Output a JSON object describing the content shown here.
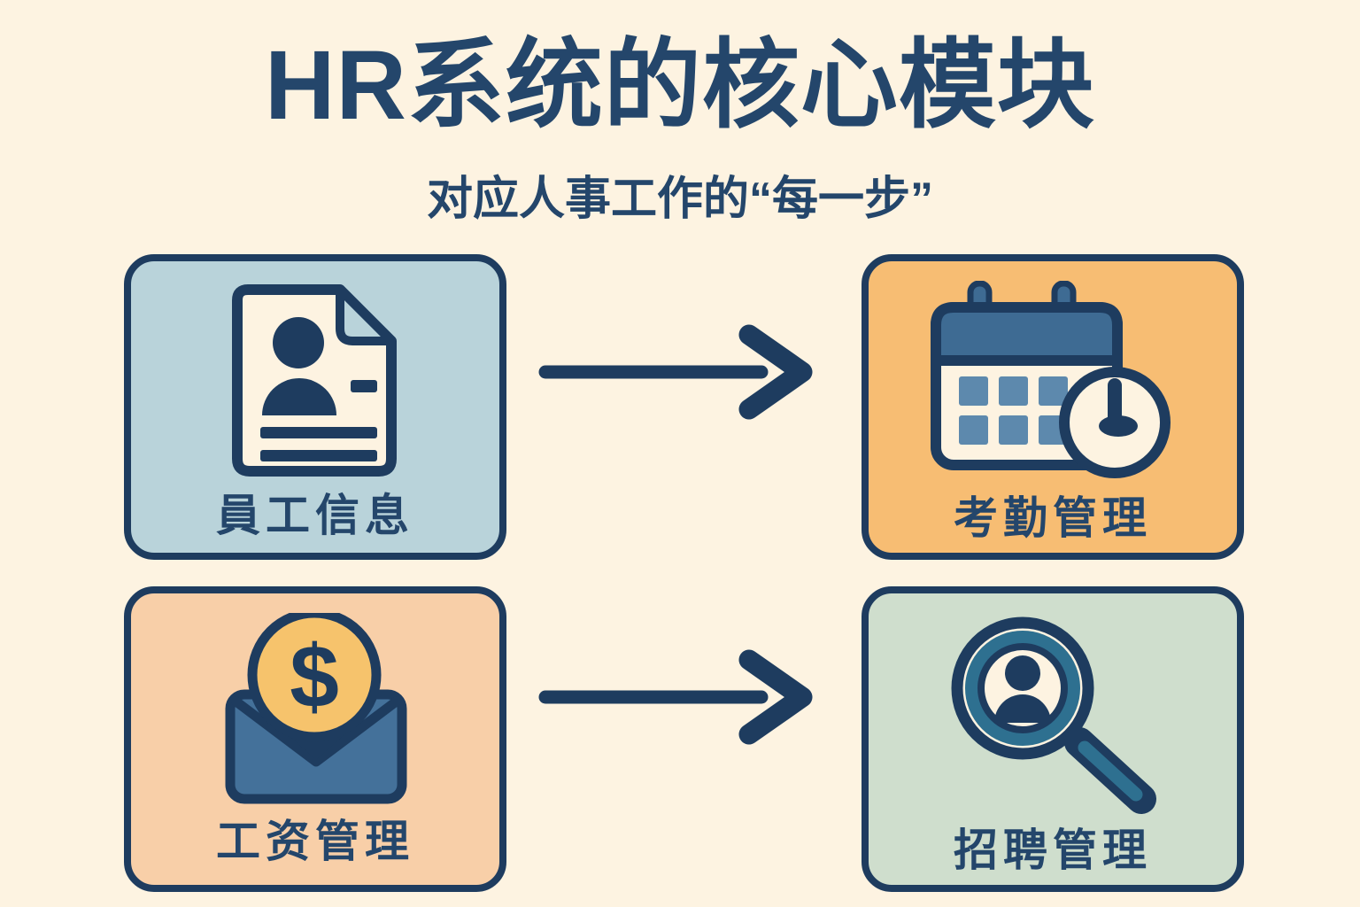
{
  "title": "HR系统的核心模块",
  "subtitle": "对应人事工作的“每一步”",
  "palette": {
    "background": "#fdf3e1",
    "ink_navy": "#24466b",
    "border_navy": "#1e3c5f",
    "steel_blue": "#3e6b93",
    "calendar_grid_blue": "#5d89ad",
    "coin_gold": "#f6c36c",
    "lens_teal": "#2e7090",
    "card_blue": "#b9d3da",
    "card_orange": "#f7bd73",
    "card_peach": "#f8cfa8",
    "card_green": "#cfdecd"
  },
  "modules": [
    {
      "label": "員工信息",
      "icon": "document-person-icon",
      "card_color": "#b9d3da"
    },
    {
      "label": "考勤管理",
      "icon": "calendar-clock-icon",
      "card_color": "#f7bd73"
    },
    {
      "label": "工资管理",
      "icon": "salary-envelope-icon",
      "card_color": "#f8cfa8"
    },
    {
      "label": "招聘管理",
      "icon": "search-person-icon",
      "card_color": "#cfdecd"
    }
  ],
  "flows": [
    {
      "from": "員工信息",
      "to": "考勤管理"
    },
    {
      "from": "工资管理",
      "to": "招聘管理"
    }
  ]
}
